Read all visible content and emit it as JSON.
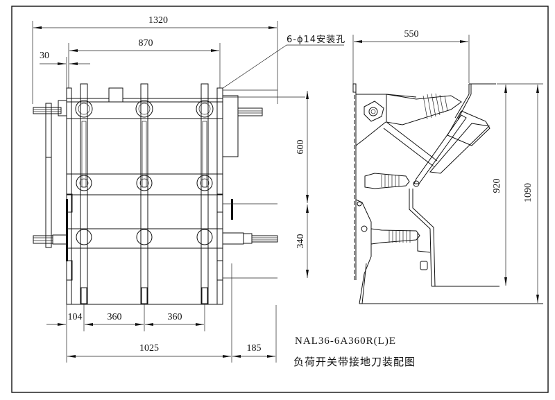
{
  "drawing": {
    "model": "NAL36-6A360R(L)E",
    "title_cn": "负荷开关带接地刀装配图",
    "mounting_hole_note": "6-ϕ14安装孔"
  },
  "front_view": {
    "dimensions": {
      "overall_width": "1320",
      "mounting_width": "870",
      "left_offset": "30",
      "upper_height": "600",
      "lower_height": "340",
      "first_pole_offset": "104",
      "pole_pitch_1": "360",
      "pole_pitch_2": "360",
      "base_width": "1025",
      "right_extension": "185"
    }
  },
  "side_view": {
    "dimensions": {
      "depth": "550",
      "inner_height": "920",
      "overall_height": "1090"
    }
  },
  "colors": {
    "line": "#111111",
    "background": "#ffffff"
  }
}
